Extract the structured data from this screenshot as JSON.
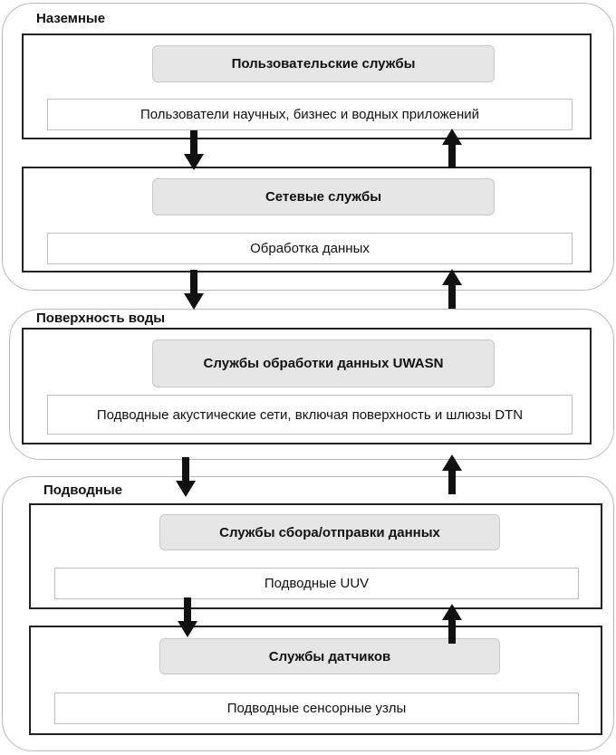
{
  "zones": {
    "ground": {
      "label": "Наземные"
    },
    "surface": {
      "label": "Поверхность воды"
    },
    "underwater": {
      "label": "Подводные"
    }
  },
  "layers": {
    "user_services": {
      "title": "Пользовательские службы",
      "desc": "Пользователи научных, бизнес и водных приложений"
    },
    "network_services": {
      "title": "Сетевые службы",
      "desc": "Обработка данных"
    },
    "uwasn_services": {
      "title": "Службы обработки данных UWASN",
      "desc": "Подводные акустические сети, включая поверхность и шлюзы DTN"
    },
    "collection_services": {
      "title": "Службы сбора/отправки данных",
      "desc": "Подводные UUV"
    },
    "sensor_services": {
      "title": "Службы датчиков",
      "desc": "Подводные сенсорные узлы"
    }
  },
  "colors": {
    "layer_border": "#222222",
    "service_fill": "#e6e6e6",
    "zone_border": "#b9b9b9",
    "arrow": "#111111"
  },
  "arrow_icons": {
    "down": "arrow-down-icon",
    "up": "arrow-up-icon"
  }
}
